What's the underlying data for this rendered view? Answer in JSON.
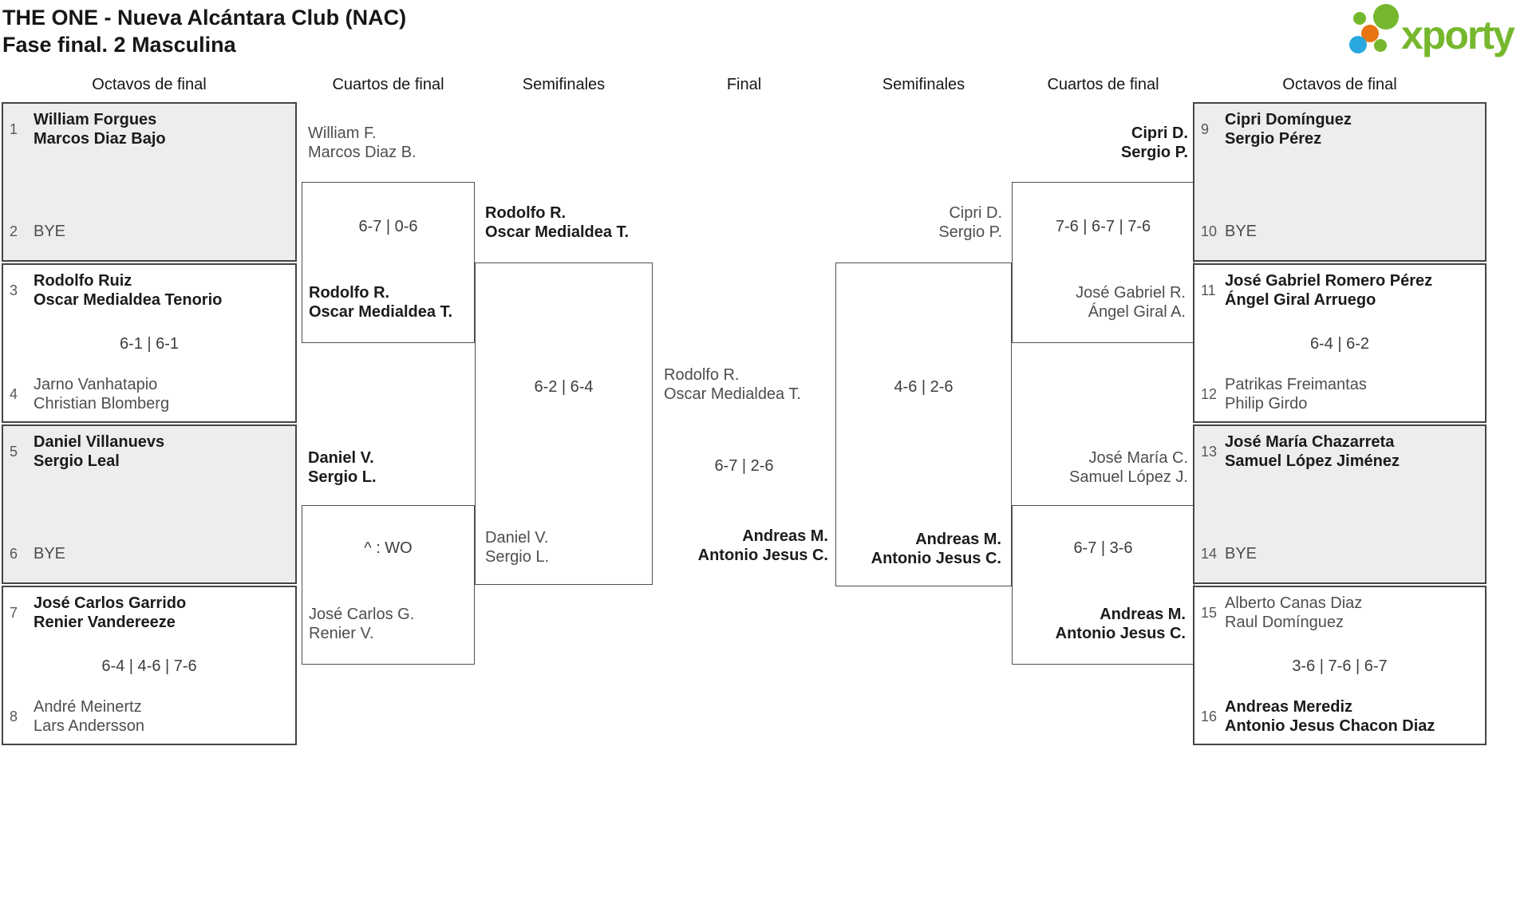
{
  "header": {
    "title_line1": "THE ONE - Nueva Alcántara Club (NAC)",
    "title_line2": "Fase final. 2 Masculina",
    "logo": {
      "text": "xporty",
      "green": "#76b82d",
      "blue": "#29a8e0",
      "orange": "#e87511"
    }
  },
  "rounds": [
    "Octavos de final",
    "Cuartos de final",
    "Semifinales",
    "Final",
    "Semifinales",
    "Cuartos de final",
    "Octavos de final"
  ],
  "matches": {
    "l_r16_1": {
      "seed_a": "1",
      "team_a": [
        "William Forgues",
        "Marcos Diaz Bajo"
      ],
      "seed_b": "2",
      "team_b": [
        "BYE"
      ],
      "winner": "a"
    },
    "l_r16_2": {
      "seed_a": "3",
      "team_a": [
        "Rodolfo Ruiz",
        "Oscar Medialdea Tenorio"
      ],
      "score": "6-1 | 6-1",
      "seed_b": "4",
      "team_b": [
        "Jarno Vanhatapio",
        "Christian Blomberg"
      ],
      "winner": "a"
    },
    "l_r16_3": {
      "seed_a": "5",
      "team_a": [
        "Daniel Villanuevs",
        "Sergio Leal"
      ],
      "seed_b": "6",
      "team_b": [
        "BYE"
      ],
      "winner": "a"
    },
    "l_r16_4": {
      "seed_a": "7",
      "team_a": [
        "José Carlos Garrido",
        "Renier Vandereeze"
      ],
      "score": "6-4 | 4-6 | 7-6",
      "seed_b": "8",
      "team_b": [
        "André Meinertz",
        "Lars Andersson"
      ],
      "winner": "a"
    },
    "l_qf_1": {
      "team_a": [
        "William F.",
        "Marcos Diaz B."
      ],
      "score": "6-7 | 0-6",
      "team_b": [
        "Rodolfo R.",
        "Oscar Medialdea T."
      ],
      "winner": "b"
    },
    "l_qf_2": {
      "team_a": [
        "Daniel V.",
        "Sergio L."
      ],
      "score": "^ : WO",
      "team_b": [
        "José Carlos G.",
        "Renier V."
      ],
      "winner": "a"
    },
    "l_sf": {
      "team_a": [
        "Rodolfo R.",
        "Oscar Medialdea T."
      ],
      "score": "6-2 | 6-4",
      "team_b": [
        "Daniel V.",
        "Sergio L."
      ],
      "winner": "a"
    },
    "final": {
      "team_a": [
        "Rodolfo R.",
        "Oscar Medialdea T."
      ],
      "score": "6-7 | 2-6",
      "team_b": [
        "Andreas M.",
        "Antonio Jesus C."
      ],
      "winner": "b"
    },
    "r_sf": {
      "team_a": [
        "Cipri D.",
        "Sergio P."
      ],
      "score": "4-6 | 2-6",
      "team_b": [
        "Andreas M.",
        "Antonio Jesus C."
      ],
      "winner": "b"
    },
    "r_qf_1": {
      "team_a": [
        "Cipri D.",
        "Sergio P."
      ],
      "score": "7-6 | 6-7 | 7-6",
      "team_b": [
        "José Gabriel R.",
        "Ángel Giral A."
      ],
      "winner": "a"
    },
    "r_qf_2": {
      "team_a": [
        "José María C.",
        "Samuel López J."
      ],
      "score": "6-7 | 3-6",
      "team_b": [
        "Andreas M.",
        "Antonio Jesus C."
      ],
      "winner": "b"
    },
    "r_r16_1": {
      "seed_a": "9",
      "team_a": [
        "Cipri Domínguez",
        "Sergio Pérez"
      ],
      "seed_b": "10",
      "team_b": [
        "BYE"
      ],
      "winner": "a"
    },
    "r_r16_2": {
      "seed_a": "11",
      "team_a": [
        "José Gabriel Romero Pérez",
        "Ángel Giral Arruego"
      ],
      "score": "6-4 | 6-2",
      "seed_b": "12",
      "team_b": [
        "Patrikas Freimantas",
        "Philip Girdo"
      ],
      "winner": "a"
    },
    "r_r16_3": {
      "seed_a": "13",
      "team_a": [
        "José María Chazarreta",
        "Samuel López Jiménez"
      ],
      "seed_b": "14",
      "team_b": [
        "BYE"
      ],
      "winner": "a"
    },
    "r_r16_4": {
      "seed_a": "15",
      "team_a": [
        "Alberto Canas Diaz",
        "Raul Domínguez"
      ],
      "score": "3-6 | 7-6 | 6-7",
      "seed_b": "16",
      "team_b": [
        "Andreas Merediz",
        "Antonio Jesus Chacon Diaz"
      ],
      "winner": "b"
    }
  }
}
